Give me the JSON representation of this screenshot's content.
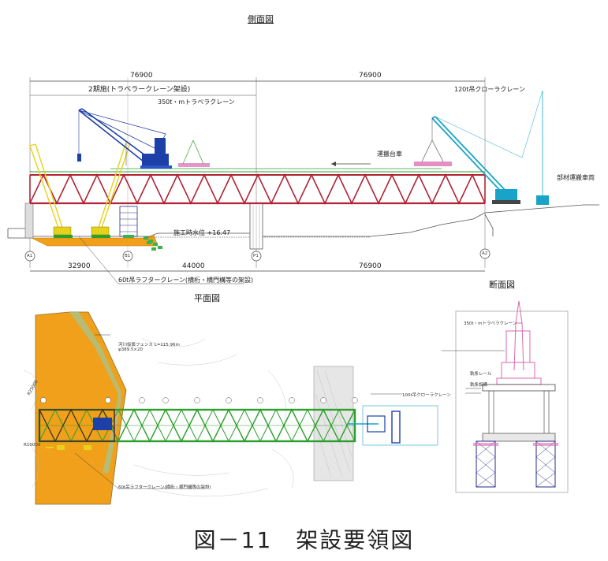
{
  "side_view": {
    "title": "側面図",
    "dim_top_left": "76900",
    "dim_top_right": "76900",
    "phase_label": "2期施(トラベラークレーン架設)",
    "traveler_crane_label": "350t・mトラベラクレーン",
    "crawler_crane_label": "120t吊クローラクレーン",
    "carrier_label": "運搬台車",
    "truck_label": "部材運搬車両",
    "water_level_label": "施工時水位 +16.47",
    "support_labels": [
      "A1",
      "B1",
      "P1",
      "A2"
    ],
    "dim_bottom": [
      "32900",
      "44000",
      "76900"
    ],
    "rough_crane_label": "60t吊ラフタークレーン(横桁・横門構等の架設)"
  },
  "plan_view": {
    "title": "平面図",
    "fence_label": "河川仮設フェンス L=115.96m",
    "fence_sub": "φ389.5×20",
    "radius_top": "R25000",
    "radius_left": "R10000",
    "crawler_label": "100t吊クローラクレーン",
    "rough_crane_label": "60t吊ラフタークレーン(横桁・横門構等の架設)"
  },
  "section_view": {
    "title": "断面図",
    "crane_label": "350t・mトラベラクレーン",
    "rail_label": "軌条レール",
    "rail_equip_label": "軌条設備"
  },
  "caption": "図－11　架設要領図",
  "colors": {
    "truss_red": "#b22234",
    "truss_green": "#2ca02c",
    "crane_blue": "#1d3fa8",
    "crane_cyan": "#1aa3c8",
    "crane_yellow": "#e6d21a",
    "fill_orange": "#f0a01a",
    "pink": "#d96ab0"
  }
}
